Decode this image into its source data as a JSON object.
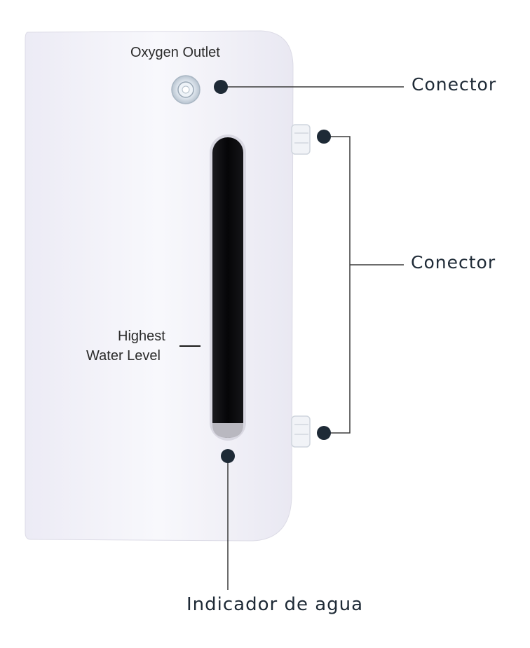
{
  "device": {
    "printed_outlet": "Oxygen Outlet",
    "printed_level_line1": "Highest",
    "printed_level_line2": "Water Level"
  },
  "callouts": {
    "top_connector": "Conector",
    "side_connectors": "Conector",
    "water_indicator": "Indicador de agua"
  },
  "colors": {
    "dot": "#1e2a36",
    "device_body": "#f5f5fb",
    "window": "#0b0b0d"
  }
}
